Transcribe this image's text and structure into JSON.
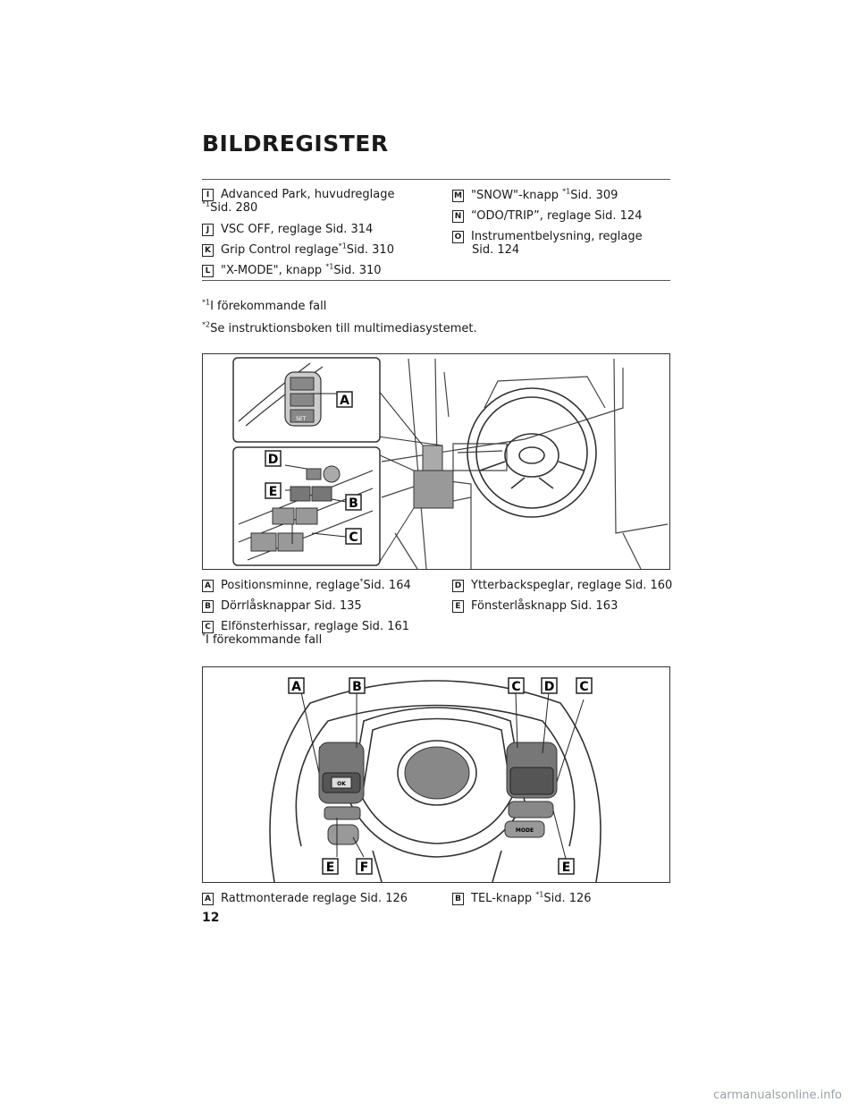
{
  "header": {
    "title": "BILDREGISTER"
  },
  "top_list_left": [
    {
      "letter": "I",
      "text": "Advanced Park, huvudreglage",
      "text2_sup": "*1",
      "text2": "Sid. 280"
    },
    {
      "letter": "J",
      "text": "VSC OFF, reglage Sid. 314"
    },
    {
      "letter": "K",
      "text": "Grip Control reglage",
      "sup": "*1",
      "after": "Sid. 310"
    },
    {
      "letter": "L",
      "text": "\"X-MODE\", knapp ",
      "sup": "*1",
      "after": "Sid. 310"
    }
  ],
  "top_list_right": [
    {
      "letter": "M",
      "text": "\"SNOW\"-knapp ",
      "sup": "*1",
      "after": "Sid. 309"
    },
    {
      "letter": "N",
      "text": "“ODO/TRIP”, reglage Sid. 124"
    },
    {
      "letter": "O",
      "text": "Instrumentbelysning, reglage",
      "text2": "Sid. 124"
    }
  ],
  "footnotes": [
    {
      "sup": "*1",
      "text": "I förekommande fall"
    },
    {
      "sup": "*2",
      "text": "Se instruktionsboken till multimediasystemet."
    }
  ],
  "figure1": {
    "callouts": [
      "A",
      "D",
      "E",
      "B",
      "C"
    ],
    "button_label": "SET"
  },
  "door_list_left": [
    {
      "letter": "A",
      "text": "Positionsminne, reglage",
      "sup": "*",
      "after": "Sid. 164"
    },
    {
      "letter": "B",
      "text": "Dörrlåsknappar Sid. 135"
    },
    {
      "letter": "C",
      "text": "Elfönsterhissar, reglage Sid. 161"
    }
  ],
  "door_list_right": [
    {
      "letter": "D",
      "text": "Ytterbackspeglar, reglage Sid. 160"
    },
    {
      "letter": "E",
      "text": "Fönsterlåsknapp Sid. 163"
    }
  ],
  "door_footnote": {
    "sup": "*",
    "text": "I förekommande fall"
  },
  "figure2": {
    "callouts_top": [
      "A",
      "B",
      "C",
      "D",
      "C"
    ],
    "callouts_bottom": [
      "E",
      "F",
      "E"
    ],
    "button_ok": "OK",
    "button_mode": "MODE"
  },
  "wheel_list_left": [
    {
      "letter": "A",
      "text": "Rattmonterade reglage Sid. 126"
    }
  ],
  "wheel_list_right": [
    {
      "letter": "B",
      "text": "TEL-knapp ",
      "sup": "*1",
      "after": "Sid. 126"
    }
  ],
  "page_number": "12",
  "watermark": "carmanualsonline.info"
}
